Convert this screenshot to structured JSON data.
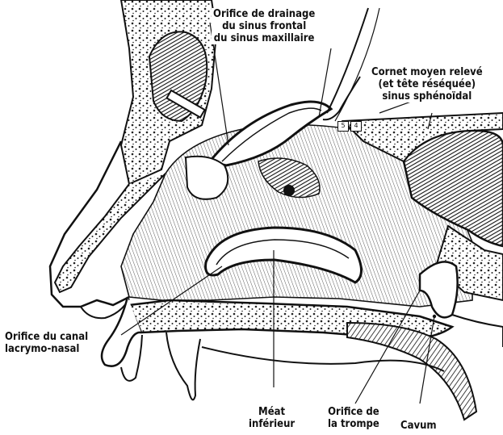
{
  "figure": {
    "labels": {
      "drainage": [
        "Orifice de drainage",
        "du sinus frontal",
        "du sinus maxillaire"
      ],
      "cornet": [
        "Cornet moyen relevé",
        "(et tête réséquée)",
        "sinus sphénoïdal"
      ],
      "canal": [
        "Orifice du canal",
        "lacrymo-nasal"
      ],
      "meat": [
        "Méat",
        "inférieur"
      ],
      "trompe": [
        "Orifice de",
        "la trompe"
      ],
      "cavum": "Cavum"
    },
    "tags": [
      "5",
      "4"
    ],
    "colors": {
      "ink": "#111111",
      "paper": "#ffffff",
      "stipple": "#222222"
    }
  }
}
